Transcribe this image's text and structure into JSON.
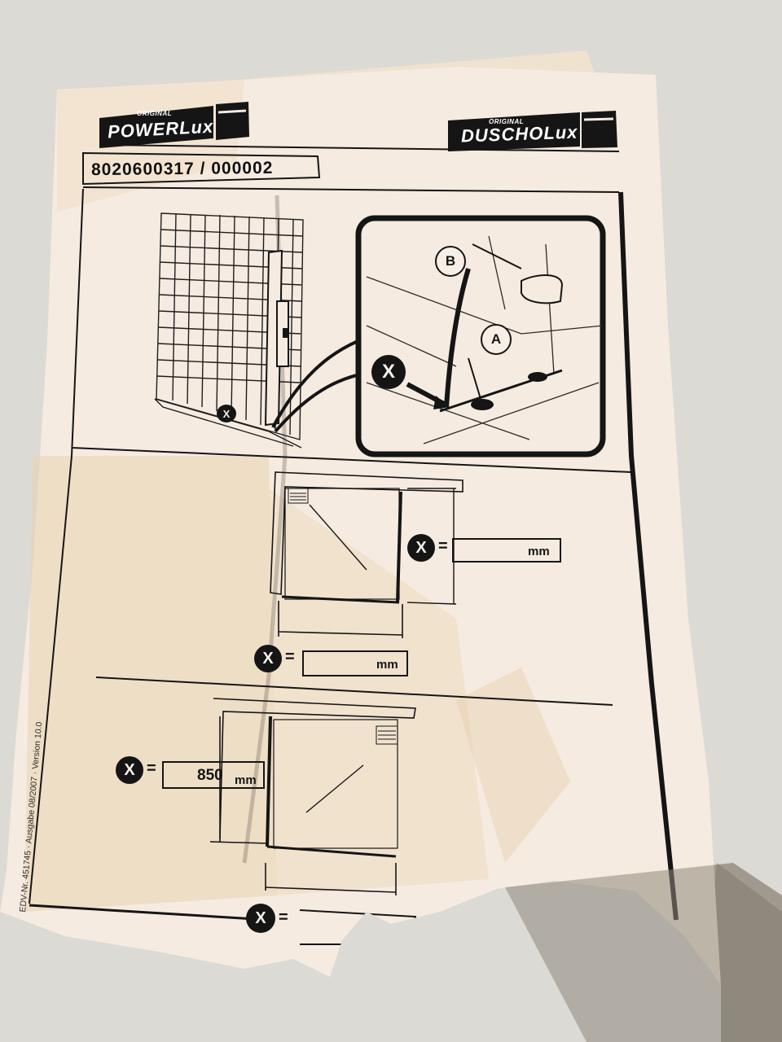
{
  "document": {
    "logo_left": {
      "small": "ORIGINAL",
      "name": "POWERLux"
    },
    "logo_right": {
      "small": "ORIGINAL",
      "name": "DUSCHOLux"
    },
    "article_code": "8020600317  / 000002",
    "callouts": {
      "x": "X",
      "a": "A",
      "b": "B"
    },
    "equals": "=",
    "unit": "mm",
    "measurements": [
      {
        "label": "X",
        "value": "",
        "unit": "mm"
      },
      {
        "label": "X",
        "value": "",
        "unit": "mm"
      },
      {
        "label": "X",
        "value": "850",
        "unit": "mm"
      },
      {
        "label": "X",
        "value": "",
        "unit": ""
      }
    ],
    "side_text": "EDV-Nr. 451745 · Ausgabe 08/2007 · Version 10.0"
  },
  "colors": {
    "paper": "#f6ebe0",
    "ink": "#151515",
    "background": "#dcdad4",
    "stain": "#e8cfa8"
  }
}
